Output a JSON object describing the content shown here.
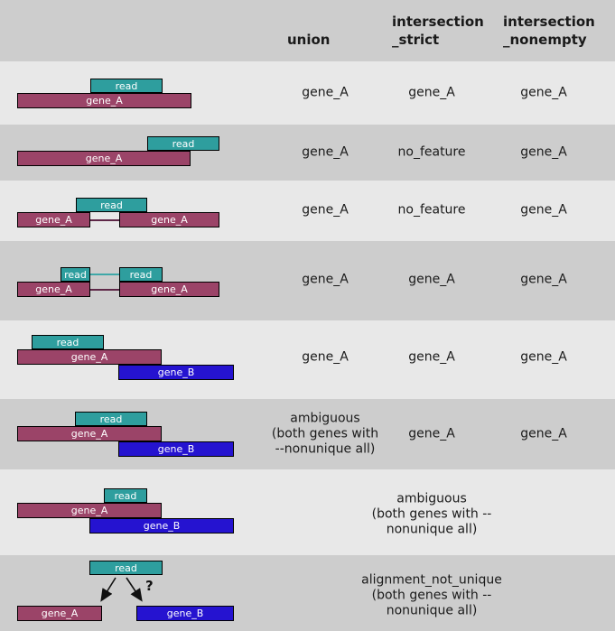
{
  "header": {
    "union": "union",
    "strict": "intersection\n_strict",
    "nonempty": "intersection\n_nonempty"
  },
  "labels": {
    "read": "read",
    "gene_a": "gene_A",
    "gene_b": "gene_B",
    "question": "?"
  },
  "colors": {
    "read": "#2e9e9e",
    "gene_a": "#9b4468",
    "gene_b": "#2513d0",
    "row_light": "#e8e8e8",
    "row_dark": "#cdcdcd",
    "text": "#1a1a1a",
    "box_label": "#ffffff",
    "intron_line": "#5e2747",
    "splice_line": "#3fa8a8",
    "arrow": "#111111",
    "border": "#000000"
  },
  "rows": [
    {
      "union": "gene_A",
      "strict": "gene_A",
      "nonempty": "gene_A"
    },
    {
      "union": "gene_A",
      "strict": "no_feature",
      "nonempty": "gene_A"
    },
    {
      "union": "gene_A",
      "strict": "no_feature",
      "nonempty": "gene_A"
    },
    {
      "union": "gene_A",
      "strict": "gene_A",
      "nonempty": "gene_A"
    },
    {
      "union": "gene_A",
      "strict": "gene_A",
      "nonempty": "gene_A"
    },
    {
      "union": "ambiguous\n(both genes with\n--nonunique all)",
      "strict": "gene_A",
      "nonempty": "gene_A"
    },
    {
      "span": "ambiguous\n(both genes with --nonunique all)"
    },
    {
      "span": "alignment_not_unique\n(both genes with --nonunique all)"
    }
  ]
}
